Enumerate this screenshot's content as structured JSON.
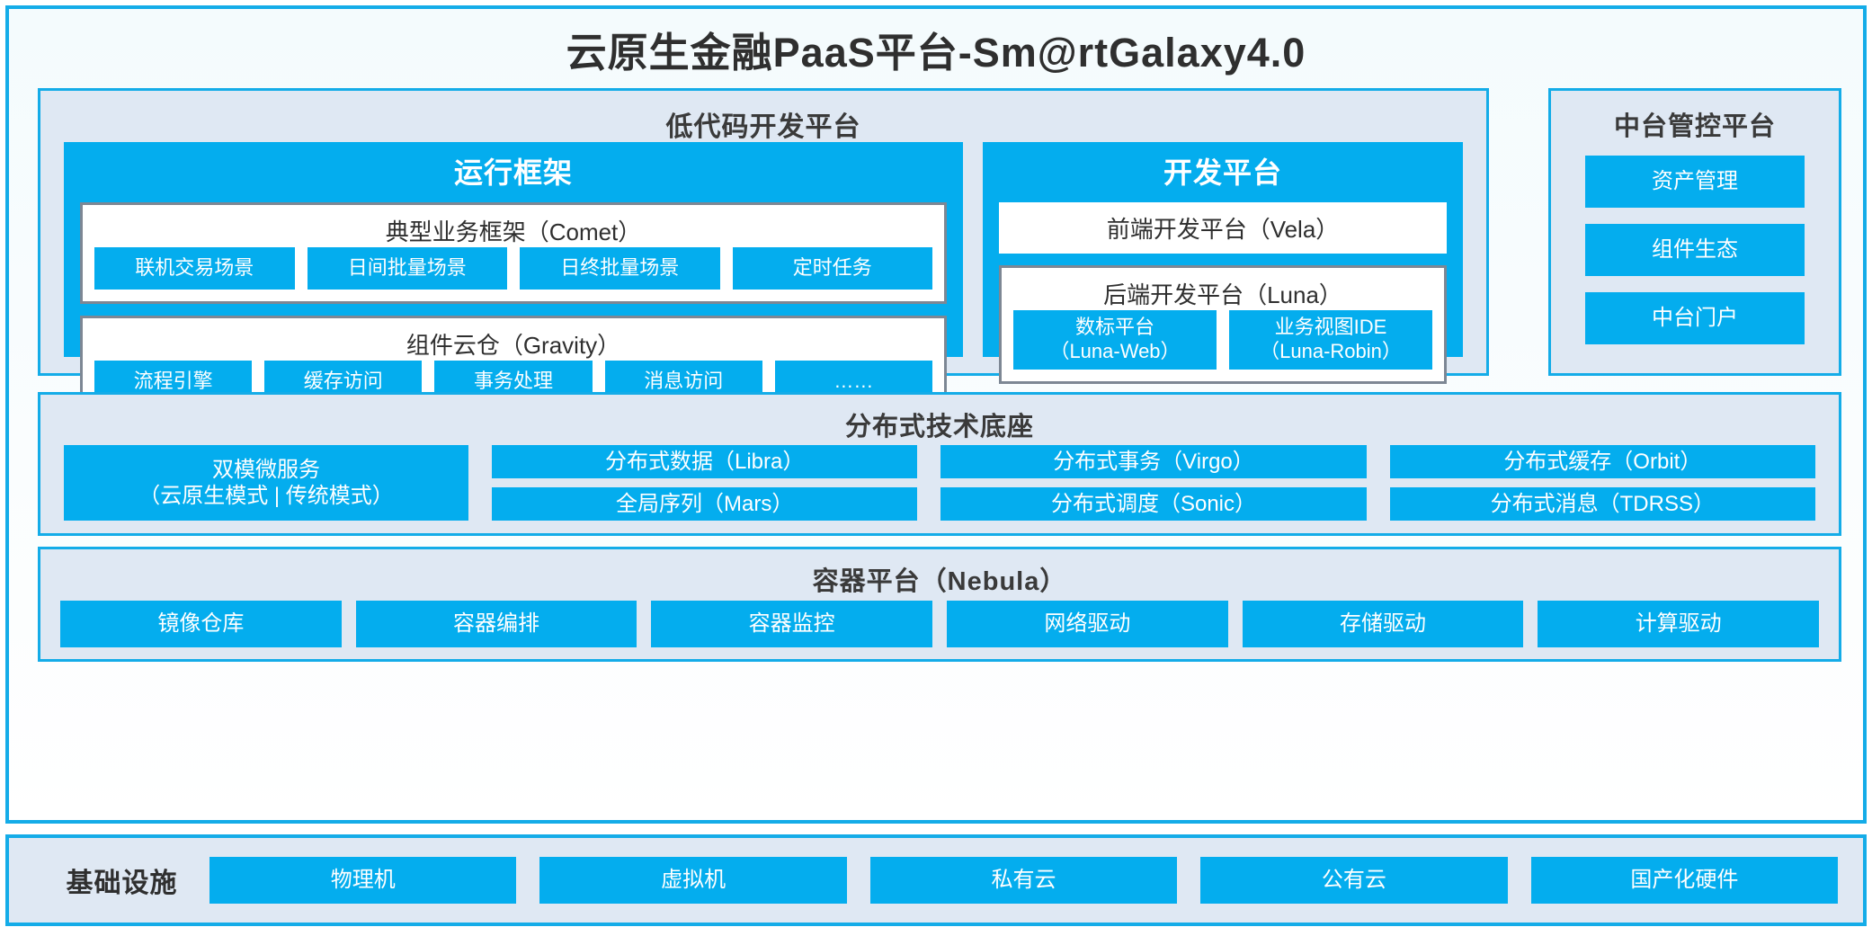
{
  "title": "云原生金融PaaS平台-Sm@rtGalaxy4.0",
  "colors": {
    "accent_blue": "#04ADEE",
    "frame_blue": "#14ACE8",
    "panel_bg": "#DFE8F3",
    "card_border": "#7D8794",
    "text_dark": "#2F2F2F"
  },
  "lowcode": {
    "title": "低代码开发平台",
    "runtime": {
      "title": "运行框架",
      "comet": {
        "title": "典型业务框架（Comet）",
        "items": [
          "联机交易场景",
          "日间批量场景",
          "日终批量场景",
          "定时任务"
        ]
      },
      "gravity": {
        "title": "组件云仓（Gravity）",
        "items": [
          "流程引擎",
          "缓存访问",
          "事务处理",
          "消息访问",
          "……"
        ]
      }
    },
    "devplatform": {
      "title": "开发平台",
      "frontend": "前端开发平台（Vela）",
      "backend": {
        "title": "后端开发平台（Luna）",
        "items": [
          "数标平台\n（Luna-Web）",
          "业务视图IDE\n（Luna-Robin）"
        ]
      }
    }
  },
  "midplatform": {
    "title": "中台管控平台",
    "items": [
      "资产管理",
      "组件生态",
      "中台门户"
    ]
  },
  "distributed": {
    "title": "分布式技术底座",
    "wide": "双模微服务\n（云原生模式 | 传统模式）",
    "columns": [
      [
        "分布式数据（Libra）",
        "全局序列（Mars）"
      ],
      [
        "分布式事务（Virgo）",
        "分布式调度（Sonic）"
      ],
      [
        "分布式缓存（Orbit）",
        "分布式消息（TDRSS）"
      ]
    ]
  },
  "container": {
    "title": "容器平台（Nebula）",
    "items": [
      "镜像仓库",
      "容器编排",
      "容器监控",
      "网络驱动",
      "存储驱动",
      "计算驱动"
    ]
  },
  "infrastructure": {
    "label": "基础设施",
    "items": [
      "物理机",
      "虚拟机",
      "私有云",
      "公有云",
      "国产化硬件"
    ]
  }
}
